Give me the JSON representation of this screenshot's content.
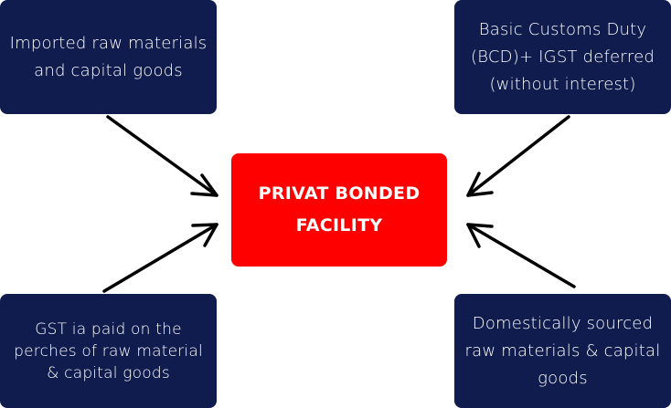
{
  "center": {
    "label": "PRIVAT BONDED FACILITY",
    "color": "#ff0000"
  },
  "boxes": {
    "top_left": "Imported raw materials and capital goods",
    "top_right": "Basic Customs Duty (BCD)+ IGST deferred (without  interest)",
    "bottom_left": "GST ia paid on the perches of raw material & capital goods",
    "bottom_right": "Domestically sourced raw materials & capital goods",
    "color": "#0f1c4d"
  },
  "arrow_color": "#000000"
}
